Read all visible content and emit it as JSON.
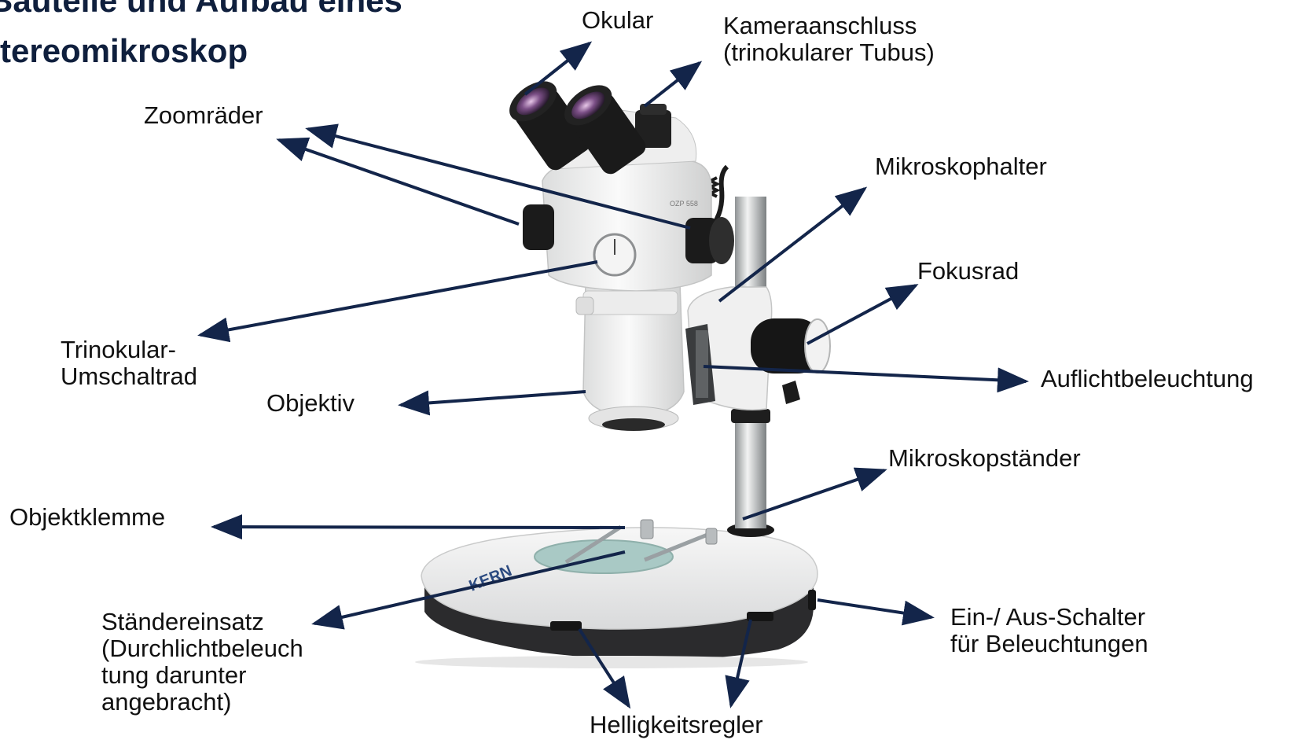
{
  "title": {
    "line1": "Bauteile und Aufbau eines",
    "line2": "Stereomikroskop"
  },
  "colors": {
    "text": "#111111",
    "title": "#0f1f3d",
    "arrow": "#13254a"
  },
  "labels": {
    "okular": "Okular",
    "kamera": [
      "Kameraanschluss",
      "(trinokularer Tubus)"
    ],
    "zoom": "Zoomräder",
    "halter": "Mikroskophalter",
    "fokus": "Fokusrad",
    "trinokular": [
      "Trinokular-",
      "Umschaltrad"
    ],
    "objektiv": "Objektiv",
    "auflicht": "Auflichtbeleuchtung",
    "staender": "Mikroskopständer",
    "klemme": "Objektklemme",
    "einsatz": [
      "Ständereinsatz",
      "(Durchlichtbeleuch",
      "tung darunter",
      "angebracht)"
    ],
    "schalter": [
      "Ein-/ Aus-Schalter",
      "für Beleuchtungen"
    ],
    "helligkeit": "Helligkeitsregler"
  },
  "logo": "KERN",
  "model": "OZP 558"
}
